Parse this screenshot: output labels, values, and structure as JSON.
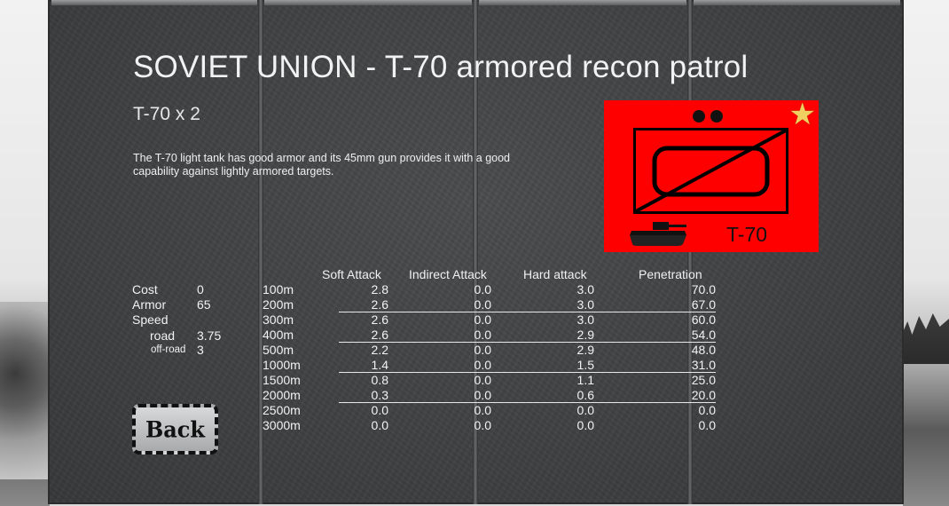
{
  "title": "SOVIET UNION - T-70 armored recon patrol",
  "subtitle": "T-70 x 2",
  "description": "The T-70 light tank has good armor and its 45mm gun provides it with a good capability against lightly armored targets.",
  "counter": {
    "label": "T-70",
    "background_color": "#ff0000",
    "icons": [
      "unit-size-pips",
      "rank-star-icon",
      "armor-symbol",
      "tank-silhouette-icon"
    ]
  },
  "stats": {
    "cost_label": "Cost",
    "cost_value": "0",
    "armor_label": "Armor",
    "armor_value": "65",
    "speed_label": "Speed",
    "road_label": "road",
    "road_value": "3.75",
    "offroad_label": "off-road",
    "offroad_value": "3"
  },
  "table": {
    "headers": [
      "Soft Attack",
      "Indirect Attack",
      "Hard attack",
      "Penetration"
    ],
    "rows": [
      {
        "range": "100m",
        "soft": "2.8",
        "indirect": "0.0",
        "hard": "3.0",
        "pen": "70.0"
      },
      {
        "range": "200m",
        "soft": "2.6",
        "indirect": "0.0",
        "hard": "3.0",
        "pen": "67.0"
      },
      {
        "range": "300m",
        "soft": "2.6",
        "indirect": "0.0",
        "hard": "3.0",
        "pen": "60.0"
      },
      {
        "range": "400m",
        "soft": "2.6",
        "indirect": "0.0",
        "hard": "2.9",
        "pen": "54.0"
      },
      {
        "range": "500m",
        "soft": "2.2",
        "indirect": "0.0",
        "hard": "2.9",
        "pen": "48.0"
      },
      {
        "range": "1000m",
        "soft": "1.4",
        "indirect": "0.0",
        "hard": "1.5",
        "pen": "31.0"
      },
      {
        "range": "1500m",
        "soft": "0.8",
        "indirect": "0.0",
        "hard": "1.1",
        "pen": "25.0"
      },
      {
        "range": "2000m",
        "soft": "0.3",
        "indirect": "0.0",
        "hard": "0.6",
        "pen": "20.0"
      },
      {
        "range": "2500m",
        "soft": "0.0",
        "indirect": "0.0",
        "hard": "0.0",
        "pen": "0.0"
      },
      {
        "range": "3000m",
        "soft": "0.0",
        "indirect": "0.0",
        "hard": "0.0",
        "pen": "0.0"
      }
    ]
  },
  "back_button": {
    "label": "Back"
  }
}
